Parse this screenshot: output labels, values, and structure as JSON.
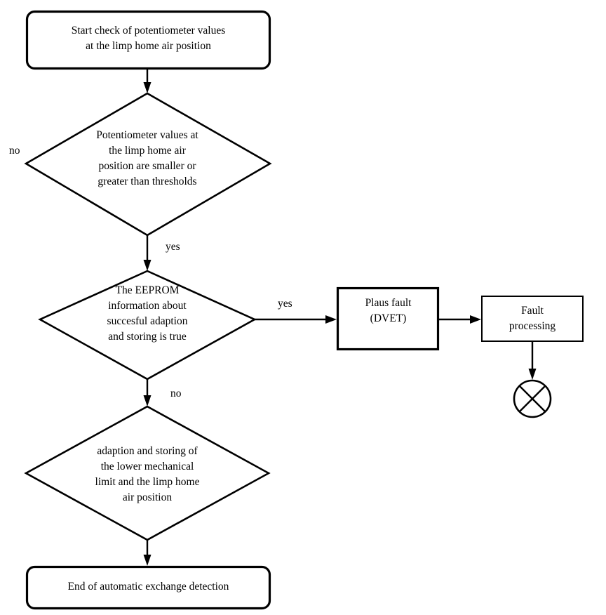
{
  "diagram": {
    "type": "flowchart",
    "title": "Automatic exchange detection flowchart",
    "background_color": "#ffffff",
    "line_color": "#000000",
    "nodes": {
      "start": {
        "shape": "rounded-rectangle",
        "text": "Start check of potentiometer values\nat the limp home air position"
      },
      "decision_threshold": {
        "shape": "diamond",
        "text": "Potentiometer values at\nthe limp home air\nposition are smaller or\ngreater than thresholds"
      },
      "decision_eeprom": {
        "shape": "diamond",
        "text": "The EEPROM\ninformation about\nsuccesful adaption\nand storing is true"
      },
      "process_adaption": {
        "shape": "diamond",
        "text": "adaption and storing of\nthe lower mechanical\nlimit and the limp home\nair position"
      },
      "end": {
        "shape": "rounded-rectangle",
        "text": "End of automatic exchange detection"
      },
      "plaus_fault": {
        "shape": "rectangle",
        "text": "Plaus fault\n(DVET)"
      },
      "fault_processing": {
        "shape": "rectangle",
        "text": "Fault\nprocessing"
      },
      "terminator": {
        "shape": "circle-with-cross",
        "text": ""
      }
    },
    "edge_labels": {
      "threshold_no": "no",
      "threshold_yes": "yes",
      "eeprom_yes": "yes",
      "eeprom_no": "no"
    }
  }
}
